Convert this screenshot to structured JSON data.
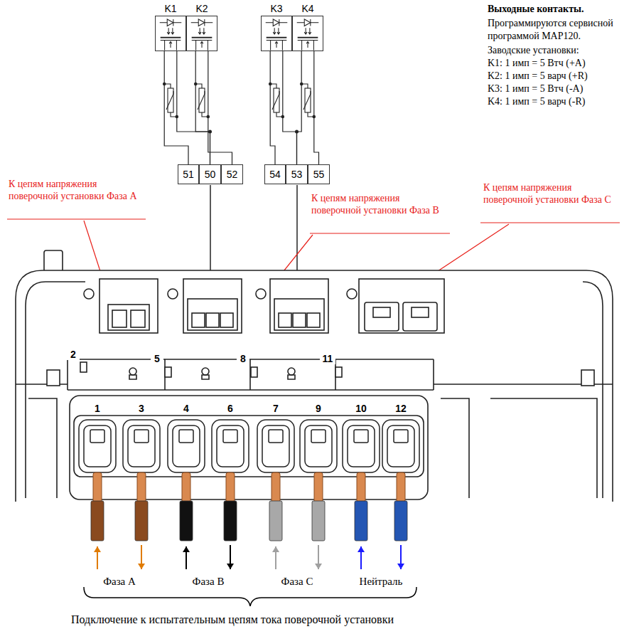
{
  "diagram": {
    "caption": "Подключение к испытательным цепям тока поверочной установки",
    "nodes": [
      {
        "text": [
          "K1"
        ]
      },
      {
        "text": [
          "K2"
        ]
      },
      {
        "text": [
          "K3"
        ]
      },
      {
        "text": [
          "K4"
        ]
      },
      {
        "text": [
          "51"
        ]
      },
      {
        "text": [
          "50"
        ]
      },
      {
        "text": [
          "52"
        ]
      },
      {
        "text": [
          "54"
        ]
      },
      {
        "text": [
          "53"
        ]
      },
      {
        "text": [
          "55"
        ]
      }
    ],
    "edges": [
      {
        "from": 0,
        "to": 4,
        "arrow": "none"
      },
      {
        "from": 0,
        "to": 5,
        "arrow": "none"
      },
      {
        "from": 1,
        "to": 5,
        "arrow": "none"
      },
      {
        "from": 1,
        "to": 6,
        "arrow": "none"
      },
      {
        "from": 2,
        "to": 7,
        "arrow": "none"
      },
      {
        "from": 2,
        "to": 8,
        "arrow": "none"
      },
      {
        "from": 3,
        "to": 8,
        "arrow": "none"
      },
      {
        "from": 3,
        "to": 9,
        "arrow": "none"
      }
    ],
    "labels": [
      "Выходные контакты.",
      "Программируются сервисной программой MAP120.",
      "Заводские установки:",
      "K1: 1 имп = 5 Втч (+A)",
      "K2: 1 имп = 5 варч (+R)",
      "K3: 1 имп = 5 Втч (-A)",
      "K4: 1 имп = 5 варч (-R)",
      "К цепям напряжения поверочной установки Фаза А",
      "К цепям напряжения поверочной установки Фаза В",
      "К цепям напряжения поверочной установки Фаза С",
      "2",
      "5",
      "8",
      "11",
      "1",
      "3",
      "4",
      "6",
      "7",
      "9",
      "10",
      "12",
      "Фаза А",
      "Фаза В",
      "Фаза С",
      "Нейтраль"
    ]
  }
}
